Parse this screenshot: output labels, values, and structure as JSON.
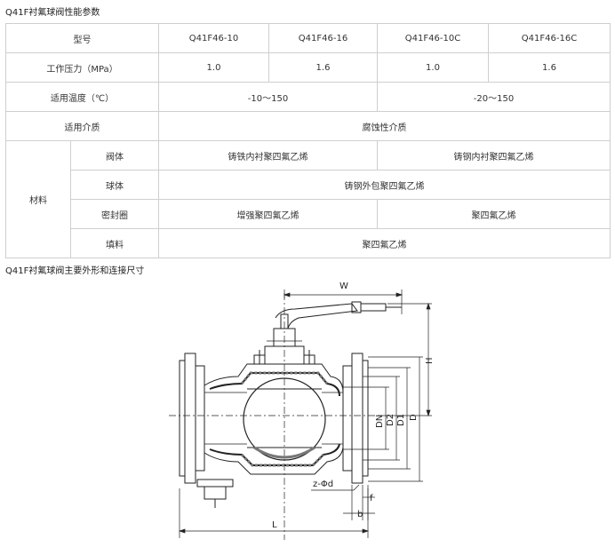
{
  "table_title": "Q41F衬氟球阀性能参数",
  "table": {
    "row_model": {
      "label": "型号",
      "values": [
        "Q41F46-10",
        "Q41F46-16",
        "Q41F46-10C",
        "Q41F46-16C"
      ]
    },
    "row_pressure": {
      "label": "工作压力（MPa）",
      "values": [
        "1.0",
        "1.6",
        "1.0",
        "1.6"
      ]
    },
    "row_temperature": {
      "label": "适用温度（℃）",
      "values": [
        "-10～150",
        "-20～150"
      ]
    },
    "row_medium": {
      "label": "适用介质",
      "value": "腐蚀性介质"
    },
    "material_label": "材料",
    "row_body": {
      "label": "阀体",
      "values": [
        "铸铁内衬聚四氟乙烯",
        "铸钢内衬聚四氟乙烯"
      ]
    },
    "row_ball": {
      "label": "球体",
      "value": "铸钢外包聚四氟乙烯"
    },
    "row_seal": {
      "label": "密封圈",
      "values": [
        "增强聚四氟乙烯",
        "聚四氟乙烯"
      ]
    },
    "row_packing": {
      "label": "填料",
      "value": "聚四氟乙烯"
    }
  },
  "drawing_title": "Q41F衬氟球阀主要外形和连接尺寸",
  "drawing_labels": {
    "W": "W",
    "H": "H",
    "DN": "DN",
    "D2": "D2",
    "D1": "D1",
    "D": "D",
    "bolts": "z-Φd",
    "f": "f",
    "b": "b",
    "L": "L"
  }
}
